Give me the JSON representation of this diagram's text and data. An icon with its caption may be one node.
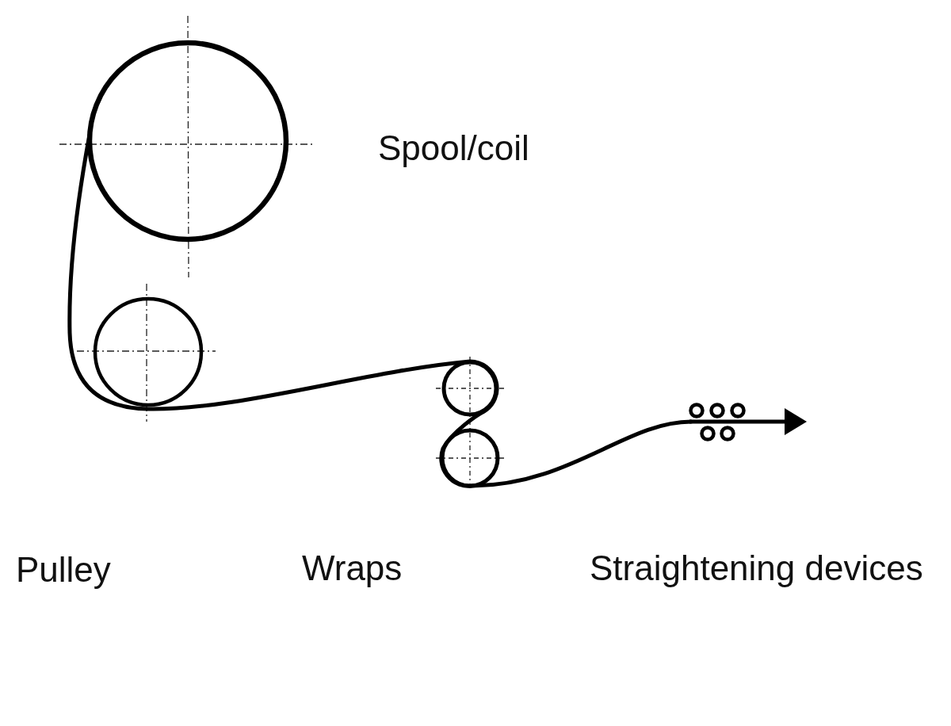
{
  "diagram": {
    "labels": [
      "Spool/coil",
      "Pulley",
      "Wraps",
      "Straightening devices"
    ]
  }
}
